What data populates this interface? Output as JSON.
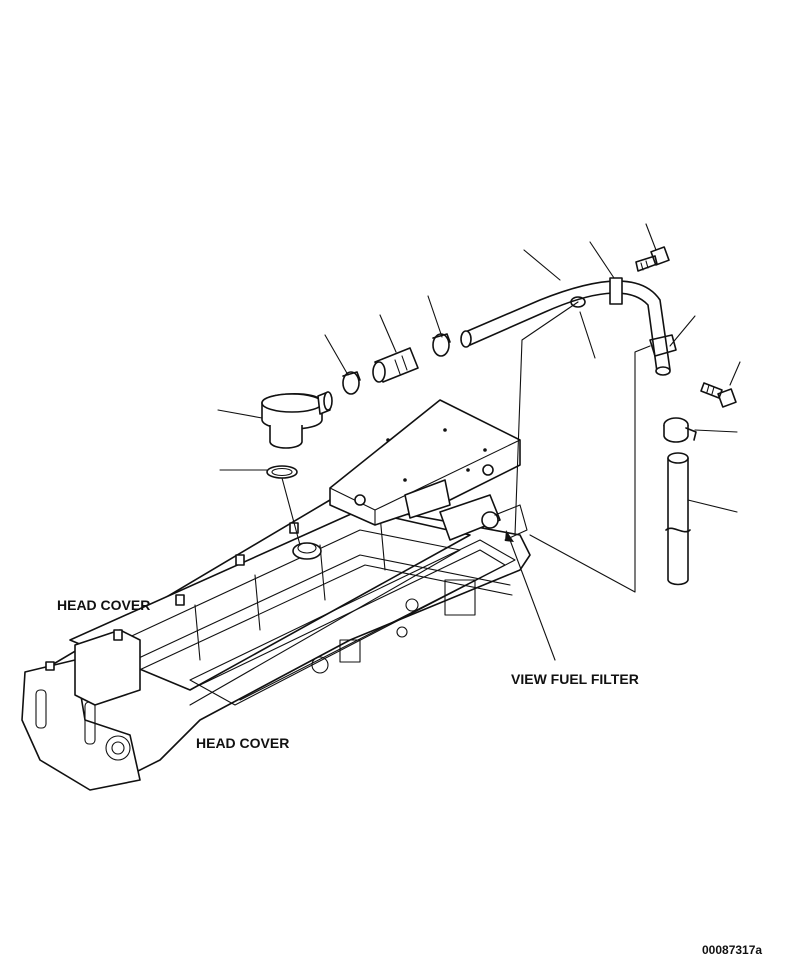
{
  "labels": {
    "head_cover_upper": "HEAD COVER",
    "head_cover_lower": "HEAD COVER",
    "view_fuel_filter": "VIEW FUEL FILTER"
  },
  "figure_id": "00087317a",
  "colors": {
    "line": "#111111",
    "background": "#ffffff"
  }
}
